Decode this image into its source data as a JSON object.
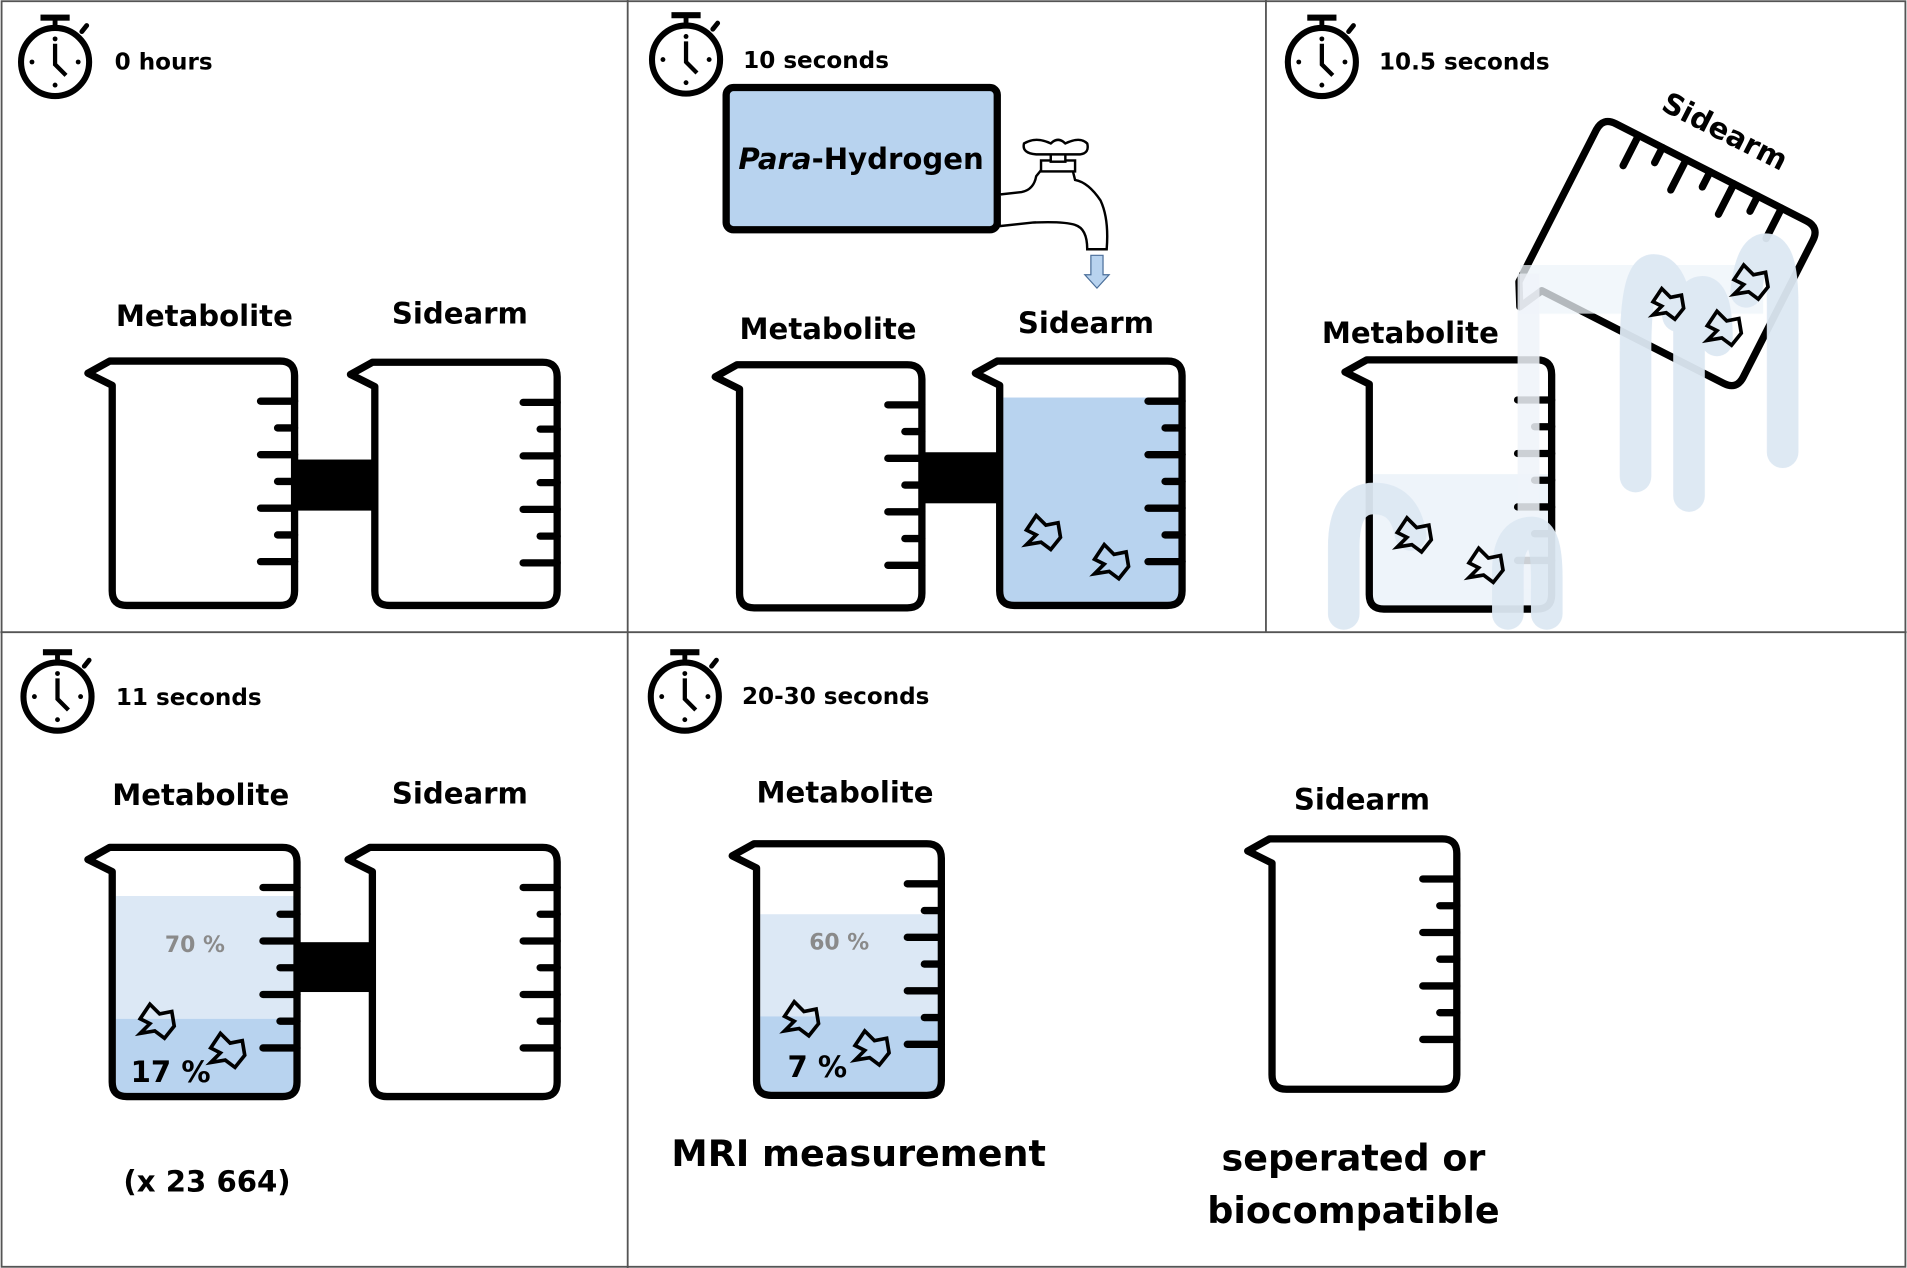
{
  "colors": {
    "outline": "#000000",
    "liquid_dark": "#b8d3ef",
    "liquid_light": "#dce8f5",
    "liquid_pale": "#eef4fa",
    "stream": "#dde8f3",
    "panel_border": "#555555",
    "pct_gray": "#8a8a8a"
  },
  "icons": {
    "timer": "stopwatch-icon",
    "faucet": "faucet-icon",
    "arrow": "arrow-down-icon",
    "crystal": "crystal-icon",
    "beaker": "beaker-icon"
  },
  "panels": [
    {
      "time": "0 hours",
      "metabolite": "Metabolite",
      "sidearm": "Sidearm"
    },
    {
      "time": "10 seconds",
      "tank_italic": "Para",
      "tank_rest": "-Hydrogen",
      "metabolite": "Metabolite",
      "sidearm": "Sidearm"
    },
    {
      "time": "10.5 seconds",
      "metabolite": "Metabolite",
      "sidearm": "Sidearm"
    },
    {
      "time": "11 seconds",
      "metabolite": "Metabolite",
      "sidearm": "Sidearm",
      "pct_upper": "70 %",
      "pct_lower": "17 %",
      "factor": "(x 23 664)"
    },
    {
      "time": "20-30 seconds",
      "metabolite": "Metabolite",
      "sidearm": "Sidearm",
      "pct_upper": "60 %",
      "pct_lower": "7 %",
      "caption_left": "MRI measurement",
      "caption_right_1": "seperated or",
      "caption_right_2": "biocompatible"
    }
  ]
}
